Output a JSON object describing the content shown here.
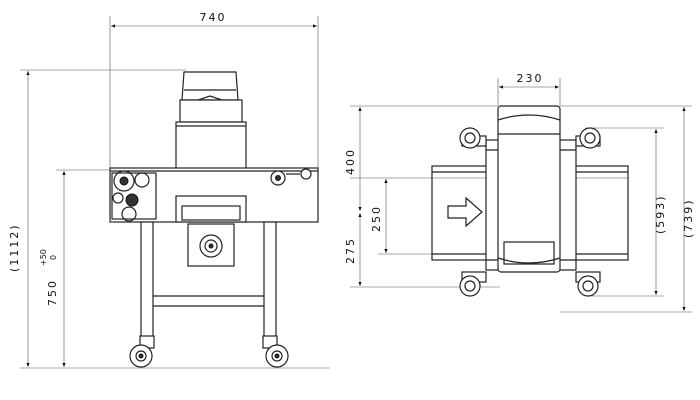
{
  "front_view": {
    "width": "740",
    "overall_height": "(1112)",
    "conveyor_height": "750",
    "tolerance_upper": "+50",
    "tolerance_lower": "0"
  },
  "top_view": {
    "head_width": "230",
    "depth_upper": "400",
    "aperture_width": "250",
    "depth_lower": "275",
    "caster_span": "(593)",
    "overall_depth": "(739)"
  },
  "colors": {
    "line": "#222222",
    "background": "#ffffff"
  }
}
